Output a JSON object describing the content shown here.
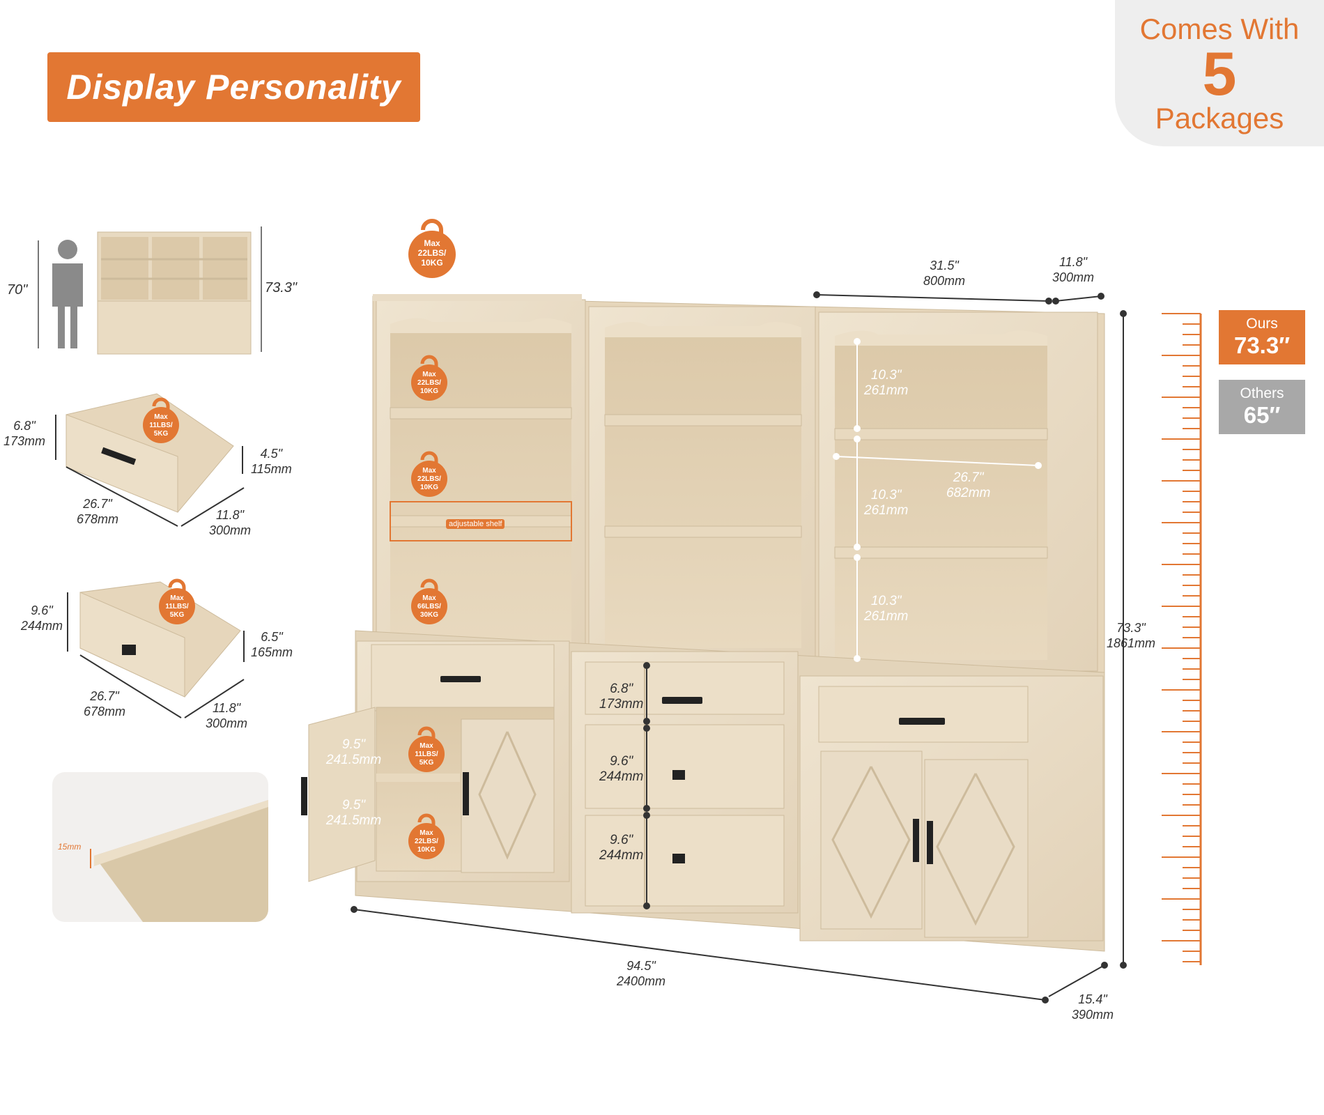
{
  "headline": "Display Personality",
  "packages": {
    "line1": "Comes With",
    "count": "5",
    "line3": "Packages"
  },
  "height_compare": {
    "ours_label": "Ours",
    "ours_value": "73.3″",
    "others_label": "Others",
    "others_value": "65″",
    "person_height": "70\"",
    "unit_height": "73.3\""
  },
  "weight_tags": {
    "top": [
      "Max",
      "22LBS/",
      "10KG"
    ],
    "shelf1": [
      "Max",
      "22LBS/",
      "10KG"
    ],
    "shelf2": [
      "Max",
      "22LBS/",
      "10KG"
    ],
    "shelf3": [
      "Max",
      "66LBS/",
      "30KG"
    ],
    "drawer_small": [
      "Max",
      "11LBS/",
      "5KG"
    ],
    "drawer_large": [
      "Max",
      "11LBS/",
      "5KG"
    ],
    "cab_upper": [
      "Max",
      "11LBS/",
      "5KG"
    ],
    "cab_lower": [
      "Max",
      "22LBS/",
      "10KG"
    ]
  },
  "adjustable_shelf": "adjustable shelf",
  "drawer_small": {
    "height_in": "6.8\"",
    "height_mm": "173mm",
    "inner_in": "4.5\"",
    "inner_mm": "115mm",
    "width_in": "26.7\"",
    "width_mm": "678mm",
    "depth_in": "11.8\"",
    "depth_mm": "300mm"
  },
  "drawer_large": {
    "height_in": "9.6\"",
    "height_mm": "244mm",
    "inner_in": "6.5\"",
    "inner_mm": "165mm",
    "width_in": "26.7\"",
    "width_mm": "678mm",
    "depth_in": "11.8\"",
    "depth_mm": "300mm"
  },
  "thickness": "15mm",
  "main": {
    "hutch_width_in": "31.5\"",
    "hutch_width_mm": "800mm",
    "hutch_depth_in": "11.8\"",
    "hutch_depth_mm": "300mm",
    "shelf_gap_in": "10.3\"",
    "shelf_gap_mm": "261mm",
    "shelf_width_in": "26.7\"",
    "shelf_width_mm": "682mm",
    "total_height_in": "73.3\"",
    "total_height_mm": "1861mm",
    "total_width_in": "94.5\"",
    "total_width_mm": "2400mm",
    "total_depth_in": "15.4\"",
    "total_depth_mm": "390mm",
    "drawer_top_in": "6.8\"",
    "drawer_top_mm": "173mm",
    "drawer_in": "9.6\"",
    "drawer_mm": "244mm",
    "cab_gap_in": "9.5\"",
    "cab_gap_mm": "241.5mm"
  },
  "colors": {
    "accent": "#e27733",
    "wood": "#e9dcc6",
    "wood_dark": "#d2c2a6",
    "grey": "#a8a8a8"
  }
}
